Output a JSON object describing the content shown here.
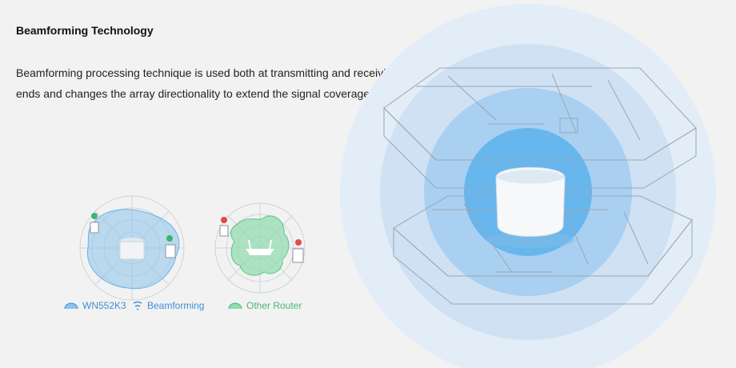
{
  "heading": "Beamforming Technology",
  "description": "Beamforming processing technique is used both at transmitting and receiving ends and changes the array directionality to extend the signal coverage.",
  "legend": {
    "model": "WN552K3",
    "beamforming": "Beamforming",
    "other": "Other Router"
  },
  "icons": [
    "wifi-arc-icon",
    "beamforming-wave-icon",
    "other-router-arc-icon",
    "check-icon",
    "cross-icon",
    "router-icon",
    "device-icon"
  ],
  "colors": {
    "blue_accent": "#3f8fd6",
    "green_accent": "#49b77a",
    "success": "#3cb371",
    "fail": "#e24b4b"
  }
}
